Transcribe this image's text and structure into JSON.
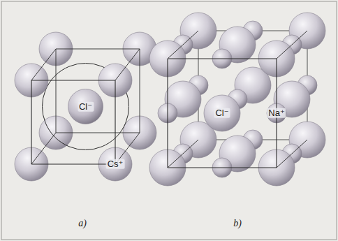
{
  "diagram": {
    "labels": [
      "Cl⁻",
      "Cs⁺",
      "a)",
      "Cl⁻",
      "Na⁺",
      "b)"
    ]
  }
}
